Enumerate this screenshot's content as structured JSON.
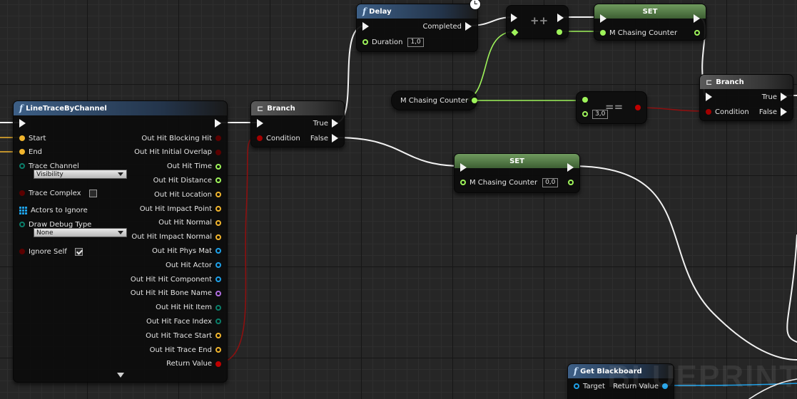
{
  "colors": {
    "exec": "#f2f2f2",
    "float": "#9ef35a",
    "bool": "#a30000",
    "vector": "#f0b42d",
    "object": "#1ea0e8",
    "byte": "#0b7e6a",
    "name": "#b06ee0",
    "struct": "#0e5aa8",
    "wire_exec": "#f2f2f2",
    "wire_float": "#9ef35a",
    "wire_bool": "#8c1010",
    "wire_object": "#1ea0e8"
  },
  "linetrace": {
    "title": "LineTraceByChannel",
    "inputs": [
      {
        "label": "Start",
        "type": "vector"
      },
      {
        "label": "End",
        "type": "vector"
      },
      {
        "label": "Trace Channel",
        "type": "byte",
        "combo": "Visibility"
      },
      {
        "label": "Trace Complex",
        "type": "bool",
        "checkbox": false
      },
      {
        "label": "Actors to Ignore",
        "type": "array"
      },
      {
        "label": "Draw Debug Type",
        "type": "byte",
        "combo": "None"
      },
      {
        "label": "Ignore Self",
        "type": "bool",
        "checkbox": true
      }
    ],
    "outputs": [
      {
        "label": "Out Hit Blocking Hit",
        "type": "bool"
      },
      {
        "label": "Out Hit Initial Overlap",
        "type": "bool"
      },
      {
        "label": "Out Hit Time",
        "type": "float"
      },
      {
        "label": "Out Hit Distance",
        "type": "float"
      },
      {
        "label": "Out Hit Location",
        "type": "vector"
      },
      {
        "label": "Out Hit Impact Point",
        "type": "vector"
      },
      {
        "label": "Out Hit Normal",
        "type": "vector"
      },
      {
        "label": "Out Hit Impact Normal",
        "type": "vector"
      },
      {
        "label": "Out Hit Phys Mat",
        "type": "object"
      },
      {
        "label": "Out Hit Actor",
        "type": "object"
      },
      {
        "label": "Out Hit Hit Component",
        "type": "object"
      },
      {
        "label": "Out Hit Hit Bone Name",
        "type": "name"
      },
      {
        "label": "Out Hit Hit Item",
        "type": "byte"
      },
      {
        "label": "Out Hit Face Index",
        "type": "byte"
      },
      {
        "label": "Out Hit Trace Start",
        "type": "vector"
      },
      {
        "label": "Out Hit Trace End",
        "type": "vector"
      },
      {
        "label": "Return Value",
        "type": "bool"
      }
    ]
  },
  "branch1": {
    "title": "Branch",
    "condition": "Condition",
    "true_label": "True",
    "false_label": "False"
  },
  "delay": {
    "title": "Delay",
    "completed": "Completed",
    "duration_label": "Duration",
    "duration_value": "1,0"
  },
  "increment": {
    "symbol": "++"
  },
  "set1": {
    "title": "SET",
    "var": "M Chasing Counter"
  },
  "getter": {
    "label": "M Chasing Counter"
  },
  "compare": {
    "symbol": "==",
    "value": "3,0"
  },
  "branch2": {
    "title": "Branch",
    "condition": "Condition",
    "true_label": "True",
    "false_label": "False"
  },
  "set2": {
    "title": "SET",
    "var": "M Chasing Counter",
    "value": "0,0"
  },
  "blackboard": {
    "title": "Get Blackboard",
    "target": "Target",
    "return": "Return Value"
  },
  "watermark": "BLUEPRINT"
}
